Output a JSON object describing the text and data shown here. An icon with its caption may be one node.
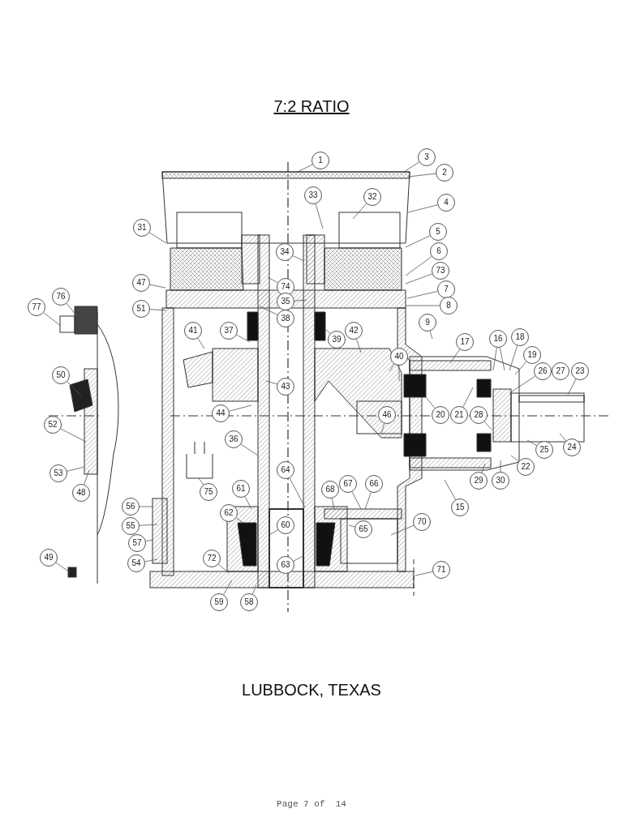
{
  "diagram": {
    "title": "7:2 RATIO",
    "nodes": [
      {
        "text": [
          "1"
        ]
      },
      {
        "text": [
          "3"
        ]
      },
      {
        "text": [
          "2"
        ]
      },
      {
        "text": [
          "4"
        ]
      },
      {
        "text": [
          "33"
        ]
      },
      {
        "text": [
          "32"
        ]
      },
      {
        "text": [
          "31"
        ]
      },
      {
        "text": [
          "5"
        ]
      },
      {
        "text": [
          "6"
        ]
      },
      {
        "text": [
          "34"
        ]
      },
      {
        "text": [
          "73"
        ]
      },
      {
        "text": [
          "47"
        ]
      },
      {
        "text": [
          "74"
        ]
      },
      {
        "text": [
          "7"
        ]
      },
      {
        "text": [
          "35"
        ]
      },
      {
        "text": [
          "8"
        ]
      },
      {
        "text": [
          "51"
        ]
      },
      {
        "text": [
          "76"
        ]
      },
      {
        "text": [
          "77"
        ]
      },
      {
        "text": [
          "38"
        ]
      },
      {
        "text": [
          "9"
        ]
      },
      {
        "text": [
          "41"
        ]
      },
      {
        "text": [
          "37"
        ]
      },
      {
        "text": [
          "39"
        ]
      },
      {
        "text": [
          "42"
        ]
      },
      {
        "text": [
          "17"
        ]
      },
      {
        "text": [
          "16"
        ]
      },
      {
        "text": [
          "18"
        ]
      },
      {
        "text": [
          "19"
        ]
      },
      {
        "text": [
          "40"
        ]
      },
      {
        "text": [
          "26"
        ]
      },
      {
        "text": [
          "27"
        ]
      },
      {
        "text": [
          "23"
        ]
      },
      {
        "text": [
          "50"
        ]
      },
      {
        "text": [
          "43"
        ]
      },
      {
        "text": [
          "44"
        ]
      },
      {
        "text": [
          "46"
        ]
      },
      {
        "text": [
          "20"
        ]
      },
      {
        "text": [
          "21"
        ]
      },
      {
        "text": [
          "28"
        ]
      },
      {
        "text": [
          "52"
        ]
      },
      {
        "text": [
          "36"
        ]
      },
      {
        "text": [
          "24"
        ]
      },
      {
        "text": [
          "25"
        ]
      },
      {
        "text": [
          "22"
        ]
      },
      {
        "text": [
          "53"
        ]
      },
      {
        "text": [
          "64"
        ]
      },
      {
        "text": [
          "29"
        ]
      },
      {
        "text": [
          "30"
        ]
      },
      {
        "text": [
          "48"
        ]
      },
      {
        "text": [
          "67"
        ]
      },
      {
        "text": [
          "66"
        ]
      },
      {
        "text": [
          "61"
        ]
      },
      {
        "text": [
          "68"
        ]
      },
      {
        "text": [
          "75"
        ]
      },
      {
        "text": [
          "56"
        ]
      },
      {
        "text": [
          "15"
        ]
      },
      {
        "text": [
          "62"
        ]
      },
      {
        "text": [
          "70"
        ]
      },
      {
        "text": [
          "60"
        ]
      },
      {
        "text": [
          "55"
        ]
      },
      {
        "text": [
          "65"
        ]
      },
      {
        "text": [
          "57"
        ]
      },
      {
        "text": [
          "49"
        ]
      },
      {
        "text": [
          "72"
        ]
      },
      {
        "text": [
          "54"
        ]
      },
      {
        "text": [
          "63"
        ]
      },
      {
        "text": [
          "71"
        ]
      },
      {
        "text": [
          "59"
        ]
      },
      {
        "text": [
          "58"
        ]
      }
    ],
    "edges": [
      {
        "from": 0,
        "to": null,
        "arrow": "none"
      },
      {
        "from": 1,
        "to": null,
        "arrow": "none"
      },
      {
        "from": 2,
        "to": null,
        "arrow": "none"
      },
      {
        "from": 3,
        "to": null,
        "arrow": "none"
      },
      {
        "from": 4,
        "to": null,
        "arrow": "none"
      },
      {
        "from": 5,
        "to": null,
        "arrow": "none"
      },
      {
        "from": 6,
        "to": null,
        "arrow": "none"
      },
      {
        "from": 7,
        "to": null,
        "arrow": "none"
      },
      {
        "from": 8,
        "to": null,
        "arrow": "none"
      },
      {
        "from": 9,
        "to": null,
        "arrow": "none"
      },
      {
        "from": 10,
        "to": null,
        "arrow": "none"
      },
      {
        "from": 11,
        "to": null,
        "arrow": "none"
      },
      {
        "from": 12,
        "to": null,
        "arrow": "none"
      },
      {
        "from": 13,
        "to": null,
        "arrow": "none"
      },
      {
        "from": 14,
        "to": null,
        "arrow": "none"
      },
      {
        "from": 15,
        "to": null,
        "arrow": "none"
      },
      {
        "from": 16,
        "to": null,
        "arrow": "none"
      },
      {
        "from": 17,
        "to": null,
        "arrow": "none"
      },
      {
        "from": 18,
        "to": null,
        "arrow": "none"
      },
      {
        "from": 19,
        "to": null,
        "arrow": "none"
      },
      {
        "from": 20,
        "to": null,
        "arrow": "none"
      },
      {
        "from": 21,
        "to": null,
        "arrow": "none"
      },
      {
        "from": 22,
        "to": null,
        "arrow": "none"
      },
      {
        "from": 23,
        "to": null,
        "arrow": "none"
      },
      {
        "from": 24,
        "to": null,
        "arrow": "none"
      },
      {
        "from": 25,
        "to": null,
        "arrow": "none"
      },
      {
        "from": 26,
        "to": null,
        "arrow": "none"
      },
      {
        "from": 26,
        "to": null,
        "arrow": "none"
      },
      {
        "from": 27,
        "to": null,
        "arrow": "none"
      },
      {
        "from": 28,
        "to": null,
        "arrow": "none"
      },
      {
        "from": 29,
        "to": null,
        "arrow": "none"
      },
      {
        "from": 29,
        "to": null,
        "arrow": "none"
      },
      {
        "from": 30,
        "to": null,
        "arrow": "none"
      },
      {
        "from": 32,
        "to": null,
        "arrow": "none"
      },
      {
        "from": 33,
        "to": null,
        "arrow": "none"
      },
      {
        "from": 34,
        "to": null,
        "arrow": "none"
      },
      {
        "from": 35,
        "to": null,
        "arrow": "none"
      },
      {
        "from": 36,
        "to": null,
        "arrow": "none"
      },
      {
        "from": 37,
        "to": null,
        "arrow": "none"
      },
      {
        "from": 38,
        "to": null,
        "arrow": "none"
      },
      {
        "from": 39,
        "to": null,
        "arrow": "none"
      },
      {
        "from": 40,
        "to": null,
        "arrow": "none"
      },
      {
        "from": 41,
        "to": null,
        "arrow": "none"
      },
      {
        "from": 42,
        "to": null,
        "arrow": "none"
      },
      {
        "from": 43,
        "to": null,
        "arrow": "none"
      },
      {
        "from": 44,
        "to": null,
        "arrow": "none"
      },
      {
        "from": 45,
        "to": null,
        "arrow": "none"
      },
      {
        "from": 46,
        "to": null,
        "arrow": "none"
      },
      {
        "from": 47,
        "to": null,
        "arrow": "none"
      },
      {
        "from": 48,
        "to": null,
        "arrow": "none"
      },
      {
        "from": 49,
        "to": null,
        "arrow": "none"
      },
      {
        "from": 50,
        "to": null,
        "arrow": "none"
      },
      {
        "from": 51,
        "to": null,
        "arrow": "none"
      },
      {
        "from": 52,
        "to": null,
        "arrow": "none"
      },
      {
        "from": 53,
        "to": null,
        "arrow": "none"
      },
      {
        "from": 54,
        "to": null,
        "arrow": "none"
      },
      {
        "from": 55,
        "to": null,
        "arrow": "none"
      },
      {
        "from": 56,
        "to": null,
        "arrow": "none"
      },
      {
        "from": 57,
        "to": null,
        "arrow": "none"
      },
      {
        "from": 58,
        "to": null,
        "arrow": "none"
      },
      {
        "from": 59,
        "to": null,
        "arrow": "none"
      },
      {
        "from": 60,
        "to": null,
        "arrow": "none"
      },
      {
        "from": 61,
        "to": null,
        "arrow": "none"
      },
      {
        "from": 62,
        "to": null,
        "arrow": "none"
      },
      {
        "from": 63,
        "to": null,
        "arrow": "none"
      },
      {
        "from": 64,
        "to": null,
        "arrow": "none"
      },
      {
        "from": 65,
        "to": null,
        "arrow": "none"
      },
      {
        "from": 66,
        "to": null,
        "arrow": "none"
      },
      {
        "from": 67,
        "to": null,
        "arrow": "none"
      },
      {
        "from": 68,
        "to": null,
        "arrow": "none"
      },
      {
        "from": 69,
        "to": null,
        "arrow": "none"
      }
    ],
    "labels": [
      "LUBBOCK, TEXAS",
      "Page 7 of  14"
    ]
  }
}
